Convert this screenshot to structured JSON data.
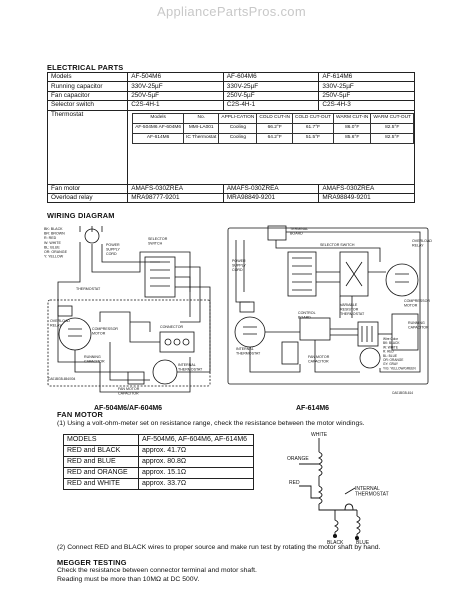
{
  "watermark": "AppliancePartsPros.com",
  "electrical": {
    "title": "ELECTRICAL PARTS",
    "models_label": "Models",
    "models": [
      "AF-504M6",
      "AF-604M6",
      "AF-614M6"
    ],
    "rows": [
      {
        "label": "Running capacitor",
        "c1": "330V-25µF",
        "c2": "330V-25µF",
        "c3": "330V-25µF"
      },
      {
        "label": "Fan capacitor",
        "c1": "250V-5µF",
        "c2": "250V-5µF",
        "c3": "250V-5µF"
      },
      {
        "label": "Selector switch",
        "c1": "C2S-4H-1",
        "c2": "C2S-4H-1",
        "c3": "C2S-4H-3"
      }
    ],
    "thermostat_label": "Thermostat",
    "thermostat": {
      "headers": [
        "Models",
        "No.",
        "APPLI-CATION",
        "COLD CUT-IN",
        "COLD CUT-OUT",
        "WARM CUT-IN",
        "WARM CUT-OUT"
      ],
      "rows": [
        {
          "model": "AF-504M6 AF-604M6",
          "no": "MMI-LA001",
          "app": "Cooling",
          "cci": "66.2°F",
          "cco": "61.7°F",
          "wci": "86.0°F",
          "wco": "82.5°F"
        },
        {
          "model": "AF-614M6",
          "no": "IC Thermostat",
          "app": "Cooling",
          "cci": "64.2°F",
          "cco": "51.5°F",
          "wci": "85.6°F",
          "wco": "82.5°F"
        }
      ]
    },
    "fan_motor_label": "Fan motor",
    "fan_motor": [
      "AMAFS-030ZREA",
      "AMAFS-030ZREA",
      "AMAFS-030ZREA"
    ],
    "overload_label": "Overload relay",
    "overload": [
      "MRA98777-9201",
      "MRA98849-9201",
      "MRA98849-9201"
    ]
  },
  "wiring": {
    "title": "WIRING DIAGRAM",
    "left_caption": "AF-504M6/AF-604M6",
    "right_caption": "AF-614M6",
    "left_code": "CA01BGB-654/004",
    "right_code": "CA01BGB-614",
    "left_labels": {
      "colors": "BK: BLACK\nBR: BROWN\nR: RED\nW: WHITE\nBL: BLUE\nOR: ORANGE\nY: YELLOW",
      "power": "POWER\nSUPPLY\nCORD",
      "selector": "SELECTOR\nSWITCH",
      "thermostat": "THERMOSTAT",
      "overload": "OVERLOAD\nRELAY",
      "compressor": "COMPRESSOR\nMOTOR",
      "connector": "CONNECTOR",
      "running": "RUNNING\nCAPACITOR",
      "internal": "INTERNAL\nTHERMOSTAT",
      "fanmotor": "FAN MOTOR\nCAPACITOR"
    },
    "right_labels": {
      "terminal": "TERMINAL\nBOARD",
      "selector": "SELECTOR SWITCH",
      "power": "POWER\nSUPPLY\nCORD",
      "variable": "VARIABLE\nRESISTOR\nTHERMOSTAT",
      "overload": "OVERLOAD\nRELAY",
      "compressor": "COMPRESSOR\nMOTOR",
      "control": "CONTROL\nBOARD",
      "running": "RUNNING\nCAPACITOR",
      "wire_color": "Wire Color\nBK: BLACK\nW: WHITE\nR: RED\nBL: BLUE\nOR: ORANGE\nGY: GRAY\nY/G: YELLOW/GREEN",
      "internal": "INTERNAL\nTHERMOSTAT",
      "fanmotor": "FAN MOTOR\nCAPACITOR"
    }
  },
  "fan_motor": {
    "title": "FAN MOTOR",
    "step1": "(1) Using a volt-ohm-meter set on resistance range, check the resistance between the motor windings.",
    "table": {
      "header": [
        "MODELS",
        "AF-504M6, AF-604M6, AF-614M6"
      ],
      "rows": [
        [
          "RED and BLACK",
          "approx. 41.7Ω"
        ],
        [
          "RED and BLUE",
          "approx. 80.8Ω"
        ],
        [
          "RED and ORANGE",
          "approx. 15.1Ω"
        ],
        [
          "RED and WHITE",
          "approx. 33.7Ω"
        ]
      ]
    },
    "diagram": {
      "white": "WHITE",
      "orange": "ORANGE",
      "red": "RED",
      "internal": "INTERNAL\nTHERMOSTAT",
      "black": "BLACK",
      "blue": "BLUE"
    },
    "step2": "(2) Connect RED and BLACK wires to proper source and make run test by rotating the motor shaft by hand."
  },
  "megger": {
    "title": "MEGGER TESTING",
    "line1": "Check the resistance between connector terminal and motor shaft.",
    "line2": "Reading must be more than 10MΩ at DC 500V."
  }
}
